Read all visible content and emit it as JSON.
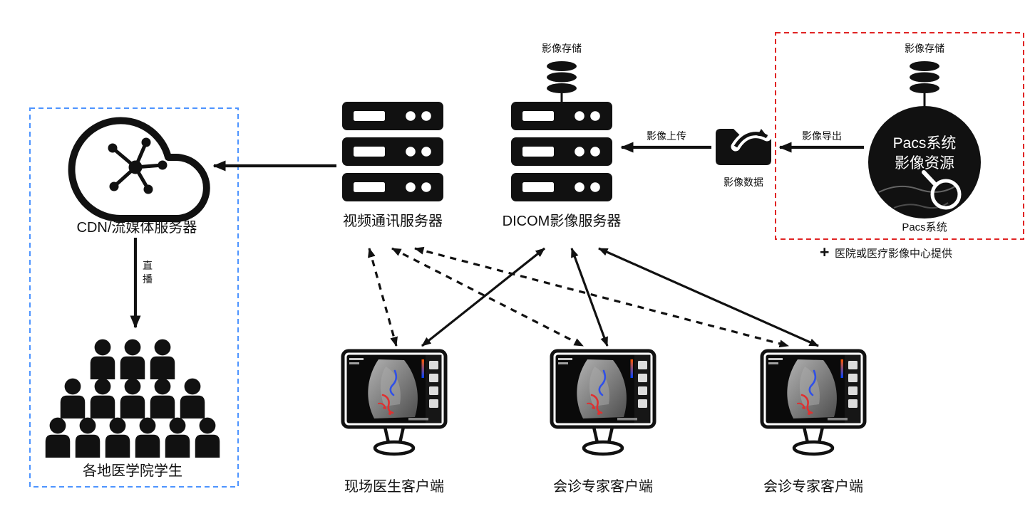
{
  "diagram": {
    "provider": {
      "storage_label": "影像存储",
      "pacs_title_line1": "Pacs系统",
      "pacs_title_line2": "影像资源",
      "pacs_caption": "Pacs系统",
      "legend_plus": "+",
      "legend_text": "医院或医疗影像中心提供"
    },
    "folder": {
      "caption": "影像数据"
    },
    "dicom": {
      "storage_label": "影像存储",
      "caption": "DICOM影像服务器"
    },
    "video": {
      "caption": "视频通讯服务器"
    },
    "cdn": {
      "caption": "CDN/流媒体服务器",
      "live_label": "直播"
    },
    "students": {
      "caption": "各地医学院学生"
    },
    "clients": [
      {
        "caption": "现场医生客户端"
      },
      {
        "caption": "会诊专家客户端"
      },
      {
        "caption": "会诊专家客户端"
      }
    ],
    "edges": {
      "export_label": "影像导出",
      "upload_label": "影像上传"
    },
    "colors": {
      "provider_box": "#e02424",
      "student_box": "#4d94ff",
      "ink": "#111111",
      "doppler_blue": "#3050e8",
      "doppler_red": "#e03030"
    }
  }
}
